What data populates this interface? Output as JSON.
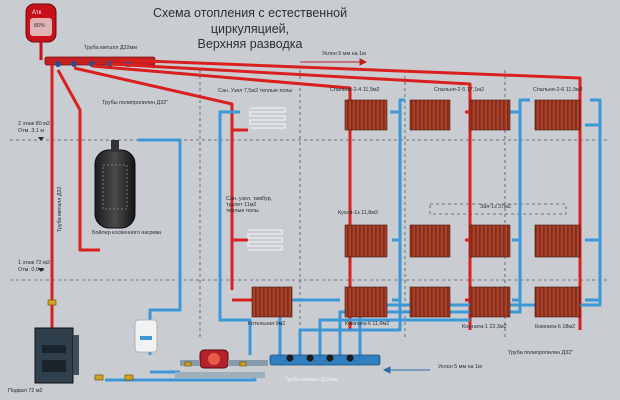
{
  "title": {
    "line1": "Схема отопления с естественной",
    "line2": "циркуляцией,",
    "line3": "Верхняя разводка"
  },
  "tank": {
    "top_label": "Атк",
    "level": "80%"
  },
  "labels": {
    "top_manifold": "Труба металл Д32мм",
    "pipes_pp": "Трубы полипропилен Д32\"",
    "slope_top": "Уклон 5 мм на 1м",
    "floor2": "2 этаж 80 м2",
    "floor2_mark": "Отм. 3,1 м",
    "floor1": "1 этаж 72 м2",
    "floor1_mark": "Отм. 0,0 м",
    "vertical_pipe": "Труба металл Д32",
    "boiler": "Бойлер косвенного нагрева",
    "san_heated": "Сан. Узел 7,5м2 теплые полы",
    "san_lower": "Сан. узел, тамбур,\nтуалет 11м2\nтеплые полы",
    "bedroom_24": "Спальня-2-4   11,9м2",
    "bedroom_25": "Спальня-2-5   17,1м2",
    "bedroom_26": "Спальня-2-6   11,9м2",
    "hall": "Зал-1з   37м2",
    "kitchen": "Кухня-1з   11,8м2",
    "boiler_room": "Котельная 9м2",
    "room_16": "Комната-6 11,9м2",
    "room_12": "Комната-1 22,3м2",
    "room_18": "Комната-6 18м2",
    "bottom_manifold": "Труба металл Д32мм",
    "pipes_pp_bottom": "Труба полипропилен Д32\"",
    "slope_bottom": "Уклон 5 мм на 1м",
    "basement": "Подвал 72 м2"
  },
  "colors": {
    "supply": "#d9201f",
    "return": "#3c97d6",
    "radiator": "#8b2d1a",
    "background": "#c9cdd1"
  }
}
